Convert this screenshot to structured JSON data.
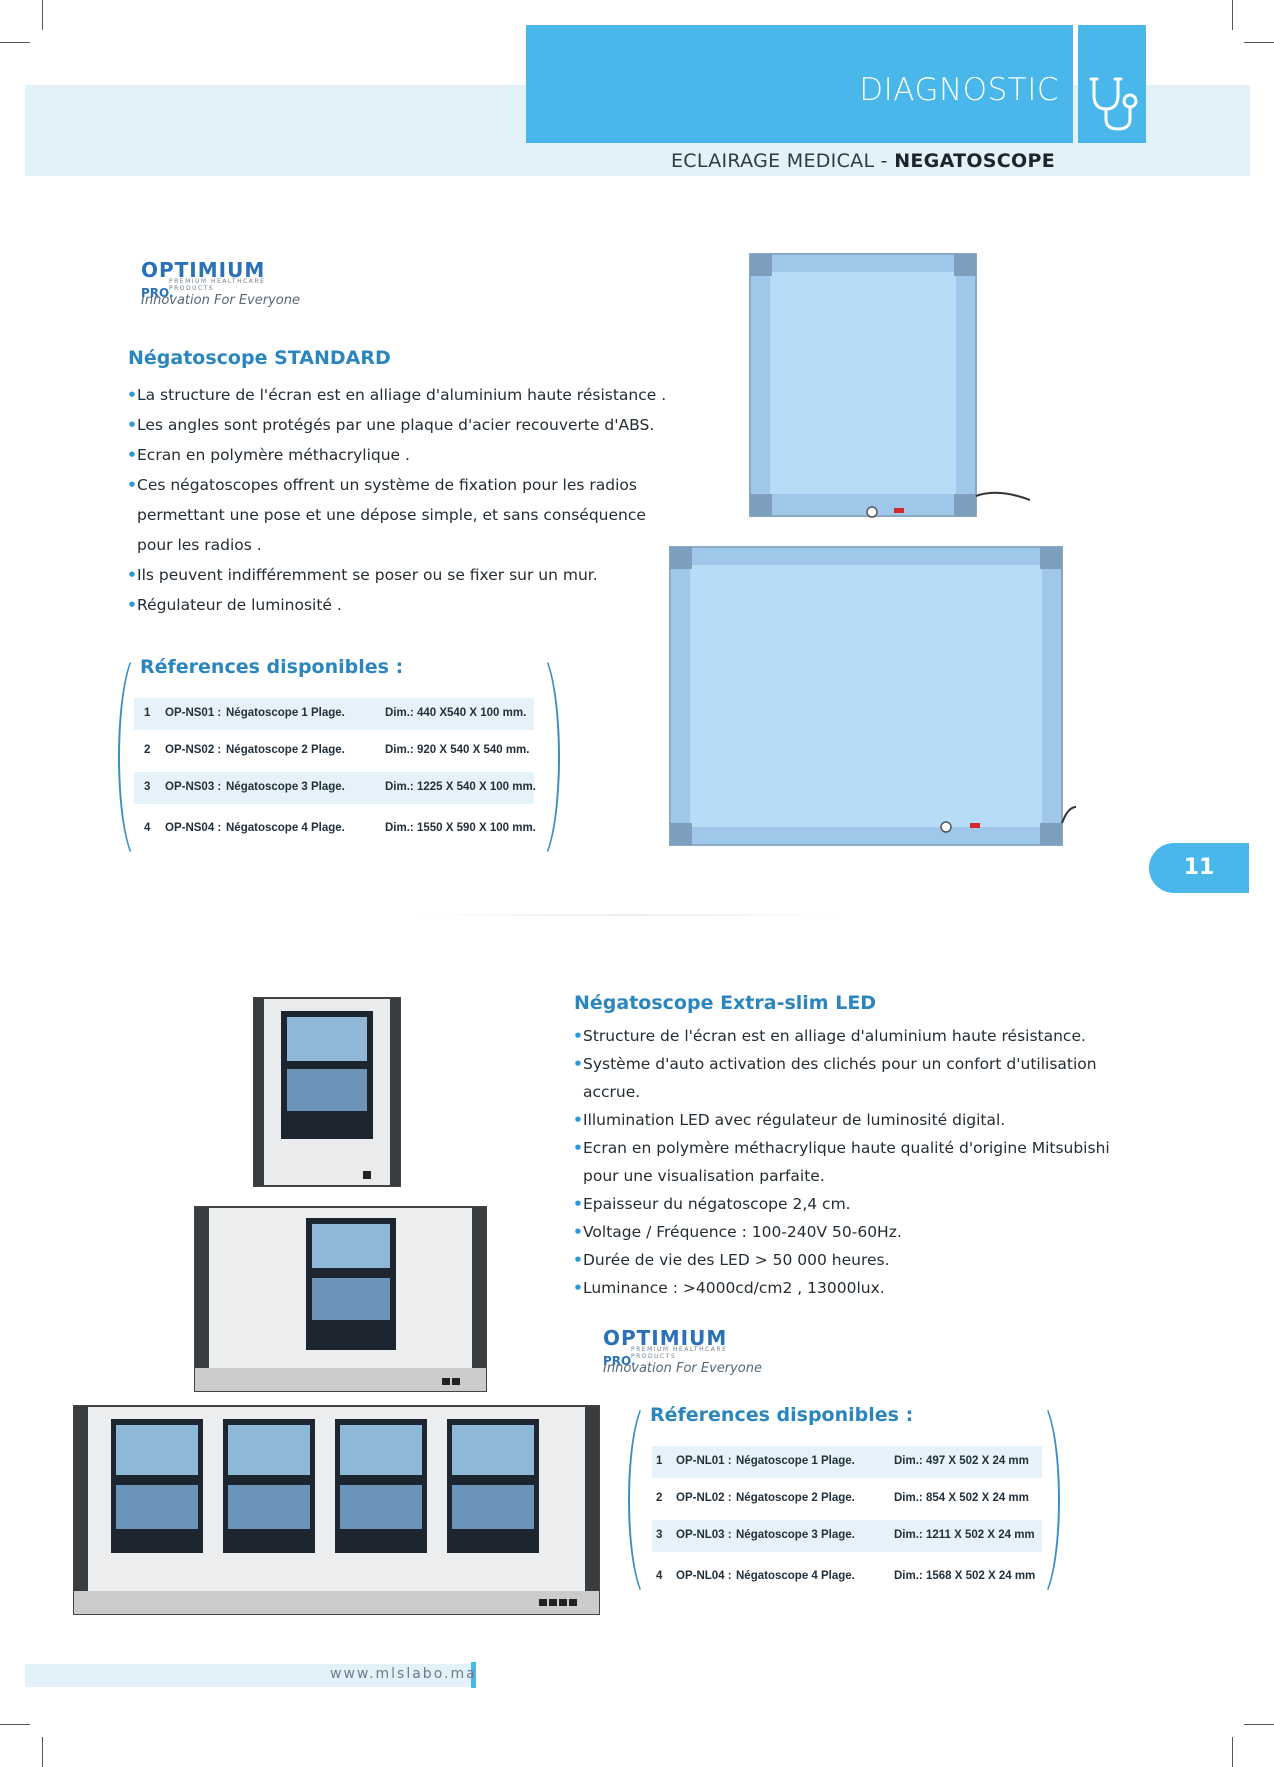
{
  "header": {
    "title": "DIAGNOSTIC",
    "subtitle_prefix": "ECLAIRAGE MEDICAL - ",
    "subtitle_bold": "NEGATOSCOPE"
  },
  "logo": {
    "word": "OPTIMIUM",
    "pro": "PRO.",
    "tagline": "PREMIUM HEALTHCARE PRODUCTS",
    "slogan": "Innovation For Everyone"
  },
  "standard": {
    "title": "Négatoscope STANDARD",
    "bullets": [
      "La structure de l'écran est en alliage d'aluminium haute résistance .",
      "Les angles sont protégés par une plaque d'acier recouverte d'ABS.",
      "Ecran en polymère méthacrylique .",
      "Ces négatoscopes offrent un système de fixation pour les radios",
      "Ils peuvent indifféremment se poser ou se fixer sur un mur.",
      "Régulateur de luminosité ."
    ],
    "bullet4_cont1": "permettant une pose et une dépose simple, et sans conséquence",
    "bullet4_cont2": "pour les radios .",
    "refs_title": "Réferences disponibles :",
    "refs": [
      {
        "n": "1",
        "code": "OP-NS01 :",
        "name": "Négatoscope 1 Plage.",
        "dim": "Dim.: 440 X540 X 100 mm."
      },
      {
        "n": "2",
        "code": "OP-NS02 :",
        "name": "Négatoscope 2 Plage.",
        "dim": "Dim.: 920 X 540 X 540 mm."
      },
      {
        "n": "3",
        "code": "OP-NS03 :",
        "name": "Négatoscope 3 Plage.",
        "dim": "Dim.: 1225 X 540 X 100 mm."
      },
      {
        "n": "4",
        "code": "OP-NS04 :",
        "name": "Négatoscope 4 Plage.",
        "dim": "Dim.: 1550 X 590 X 100 mm."
      }
    ]
  },
  "page_number": "11",
  "slim": {
    "title": "Négatoscope Extra-slim LED",
    "bullets": [
      "Structure de l'écran est en alliage d'aluminium haute résistance.",
      "Système d'auto activation des clichés pour un confort d'utilisation",
      "Illumination LED avec régulateur de luminosité digital.",
      "Ecran en polymère méthacrylique haute qualité d'origine Mitsubishi",
      "Epaisseur du négatoscope 2,4 cm.",
      "Voltage / Fréquence : 100-240V 50-60Hz.",
      "Durée de vie des LED > 50 000 heures.",
      "Luminance : >4000cd/cm2 , 13000lux."
    ],
    "bullet2_cont": "accrue.",
    "bullet4_cont": "pour une visualisation parfaite.",
    "refs_title": "Réferences disponibles :",
    "refs": [
      {
        "n": "1",
        "code": "OP-NL01 :",
        "name": "Négatoscope 1 Plage.",
        "dim": "Dim.: 497 X 502 X 24 mm"
      },
      {
        "n": "2",
        "code": "OP-NL02 :",
        "name": "Négatoscope 2 Plage.",
        "dim": "Dim.: 854 X 502 X 24 mm"
      },
      {
        "n": "3",
        "code": "OP-NL03 :",
        "name": "Négatoscope 3 Plage.",
        "dim": "Dim.: 1211 X 502 X 24 mm"
      },
      {
        "n": "4",
        "code": "OP-NL04 :",
        "name": "Négatoscope 4 Plage.",
        "dim": "Dim.: 1568 X 502 X 24 mm"
      }
    ]
  },
  "footer": {
    "website": "www.mlslabo.ma"
  },
  "colors": {
    "accent": "#4ab7ea",
    "band": "#e3f1fb",
    "title_blue": "#2b86be"
  },
  "icons": [
    "stethoscope-icon",
    "bullet-dot-icon"
  ]
}
